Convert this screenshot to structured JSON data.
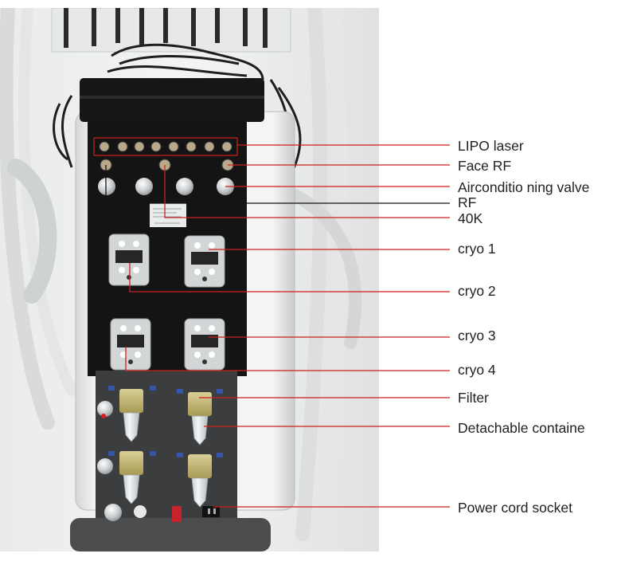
{
  "diagram": {
    "subject": "Multifunction slimming machine back panel",
    "leader_color": "#cc1f1f",
    "leader_color_alt": "#111111",
    "labels": [
      {
        "id": "lipo-laser",
        "text": "LIPO laser",
        "line": "red"
      },
      {
        "id": "face-rf",
        "text": "Face RF",
        "line": "red"
      },
      {
        "id": "airconditioning-valve",
        "text": "Airconditio ning valve",
        "line": "red"
      },
      {
        "id": "rf",
        "text": "RF",
        "line": "black"
      },
      {
        "id": "40k",
        "text": "40K",
        "line": "red"
      },
      {
        "id": "cryo-1",
        "text": "cryo 1",
        "line": "red"
      },
      {
        "id": "cryo-2",
        "text": "cryo 2",
        "line": "red"
      },
      {
        "id": "cryo-3",
        "text": "cryo 3",
        "line": "red"
      },
      {
        "id": "cryo-4",
        "text": "cryo 4",
        "line": "red"
      },
      {
        "id": "filter",
        "text": "Filter",
        "line": "red"
      },
      {
        "id": "detachable-container",
        "text": "Detachable containe",
        "line": "red"
      },
      {
        "id": "power-cord-socket",
        "text": "Power cord socket",
        "line": "red"
      }
    ],
    "panel_components": {
      "lipo_ports": 8,
      "handle_ports": 3,
      "valve_knobs": 4,
      "cryo_sockets": 4,
      "filters": 4,
      "power_switch": "I / O"
    }
  }
}
